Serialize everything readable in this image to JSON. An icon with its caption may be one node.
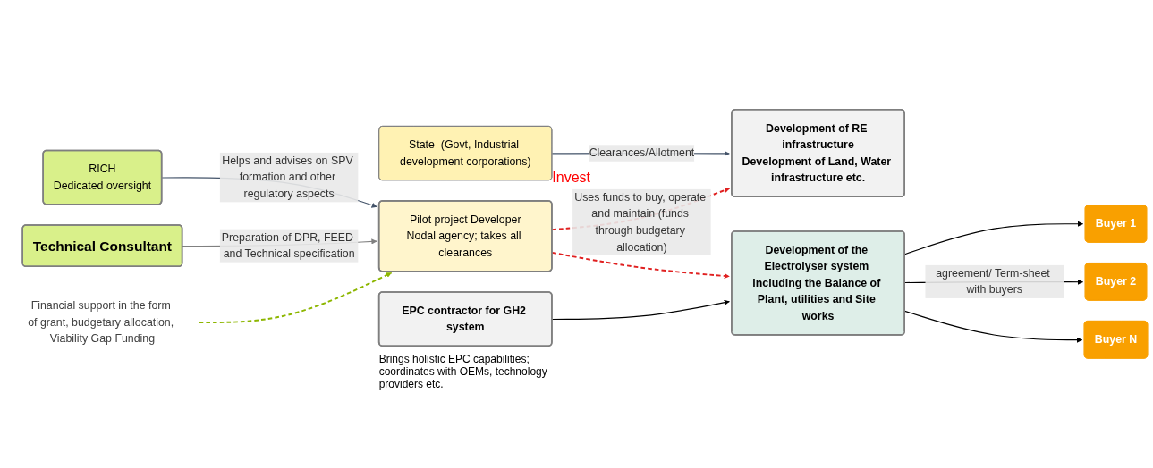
{
  "diagram": {
    "nodes": [
      {
        "text": [
          "Development of RE infrastructure",
          "Development of Land, Water infrastructure etc."
        ]
      },
      {
        "text": [
          "State  (Govt, Industrial development corporations)"
        ]
      },
      {
        "text": [
          "RICH",
          "Dedicated oversight"
        ]
      },
      {
        "text": [
          "Pilot project Developer",
          "Nodal agency; takes all clearances"
        ]
      },
      {
        "text": [
          "Development of the Electrolyser system including the Balance of Plant, utilities and Site works"
        ]
      },
      {
        "text": [
          "Buyer 1"
        ]
      },
      {
        "text": [
          "Buyer 2"
        ]
      },
      {
        "text": [
          "Buyer N"
        ]
      },
      {
        "text": [
          "Technical Consultant"
        ]
      },
      {
        "text": [
          "EPC contractor for GH2 system"
        ],
        "beside": [
          "Brings holistic EPC capabilities; coordinates with OEMs, technology providers etc."
        ]
      },
      {
        "text": [
          "Financial support in the form of grant, budgetary allocation, Viability Gap Funding"
        ]
      }
    ],
    "edges": [
      {
        "from": 1,
        "to": 0,
        "arrow": "to",
        "label": "Clearances/Allotment",
        "color": "#44546a"
      },
      {
        "from": 3,
        "to": 0,
        "arrow": "to",
        "label": "Uses funds to buy, operate and maintain (funds through budgetary allocation)",
        "style": "dashed",
        "color": "#e02020"
      },
      {
        "from": 2,
        "to": 3,
        "arrow": "to",
        "label": "Helps and advises on SPV formation and other regulatory aspects",
        "color": "#44546a"
      },
      {
        "from": 8,
        "to": 3,
        "arrow": "to",
        "label": "Preparation of DPR, FEED and Technical specification",
        "color": "#808080"
      },
      {
        "from": 10,
        "to": 3,
        "arrow": "to",
        "style": "dashed",
        "color": "#8db600"
      },
      {
        "from": 3,
        "to": 4,
        "arrow": "to",
        "style": "dashed",
        "color": "#e02020"
      },
      {
        "from": 4,
        "to": 5,
        "arrow": "to"
      },
      {
        "from": 4,
        "to": 6,
        "arrow": "to",
        "label": "agreement/ Term-sheet with buyers"
      },
      {
        "from": 4,
        "to": 7,
        "arrow": "to"
      },
      {
        "from": 9,
        "to": 4,
        "arrow": "to"
      }
    ],
    "labels": [
      "Invest"
    ]
  }
}
